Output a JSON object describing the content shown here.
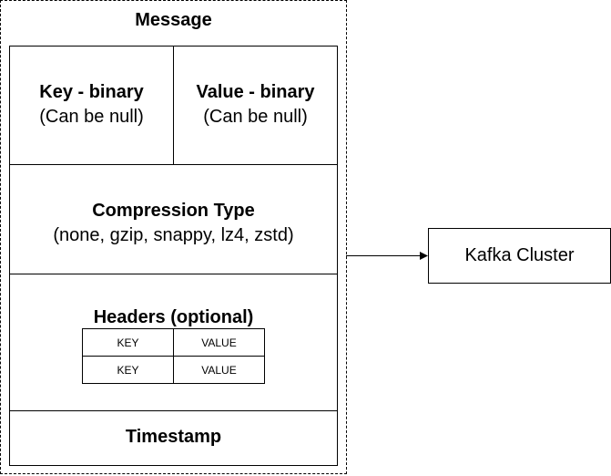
{
  "message": {
    "title": "Message",
    "key": {
      "title": "Key - binary",
      "note": "(Can be null)"
    },
    "value": {
      "title": "Value - binary",
      "note": "(Can be null)"
    },
    "compression": {
      "title": "Compression Type",
      "note": "(none, gzip, snappy, lz4, zstd)"
    },
    "headers": {
      "title": "Headers (optional)",
      "rows": [
        {
          "key": "KEY",
          "value": "VALUE"
        },
        {
          "key": "KEY",
          "value": "VALUE"
        }
      ]
    },
    "timestamp": {
      "title": "Timestamp"
    }
  },
  "target": {
    "label": "Kafka Cluster"
  }
}
